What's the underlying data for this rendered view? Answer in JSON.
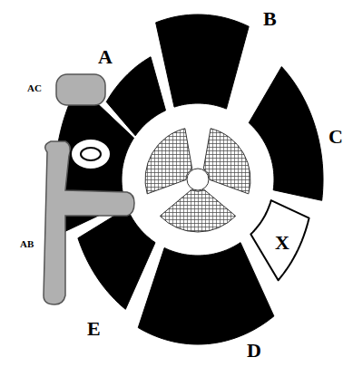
{
  "diagram": {
    "nodes": [
      {
        "text": [
          "X"
        ]
      }
    ],
    "labels": [
      "A",
      "AC",
      "B",
      "C",
      "AB",
      "E",
      "D"
    ]
  }
}
